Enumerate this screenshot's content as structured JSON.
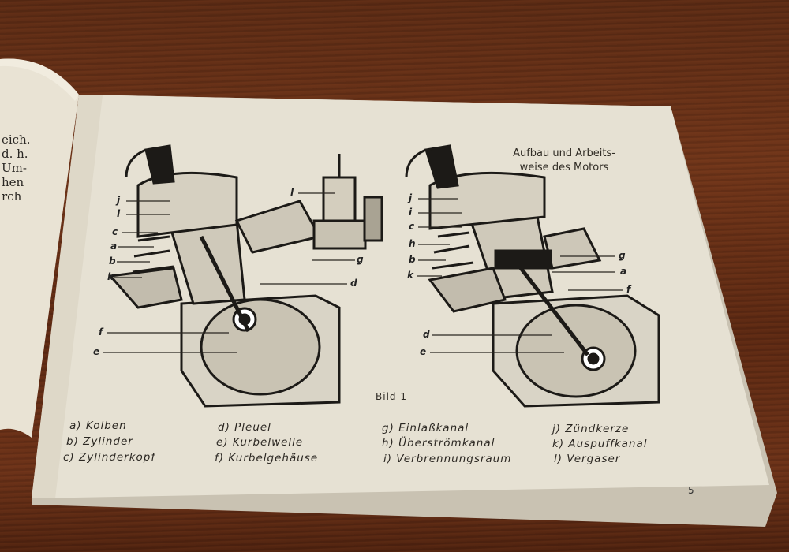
{
  "left_page": {
    "fragments": [
      "eich.",
      "d. h.",
      "Um-",
      "hen",
      "rch"
    ]
  },
  "right_page": {
    "title_line1": "Aufbau und Arbeits-",
    "title_line2": "weise des Motors",
    "caption": "Bild 1",
    "page_number": "5"
  },
  "diagram_left_labels": [
    "j",
    "i",
    "c",
    "a",
    "b",
    "k",
    "f",
    "e",
    "l",
    "g",
    "d"
  ],
  "diagram_right_labels": [
    "j",
    "i",
    "c",
    "h",
    "b",
    "k",
    "d",
    "e",
    "g",
    "a",
    "f"
  ],
  "legend": [
    [
      "a) Kolben",
      "b) Zylinder",
      "c) Zylinderkopf"
    ],
    [
      "d) Pleuel",
      "e) Kurbelwelle",
      "f) Kurbelgehäuse"
    ],
    [
      "g) Einlaßkanal",
      "h) Überströmkanal",
      "i) Verbrennungsraum"
    ],
    [
      "j) Zündkerze",
      "k) Auspuffkanal",
      "l) Vergaser"
    ]
  ]
}
